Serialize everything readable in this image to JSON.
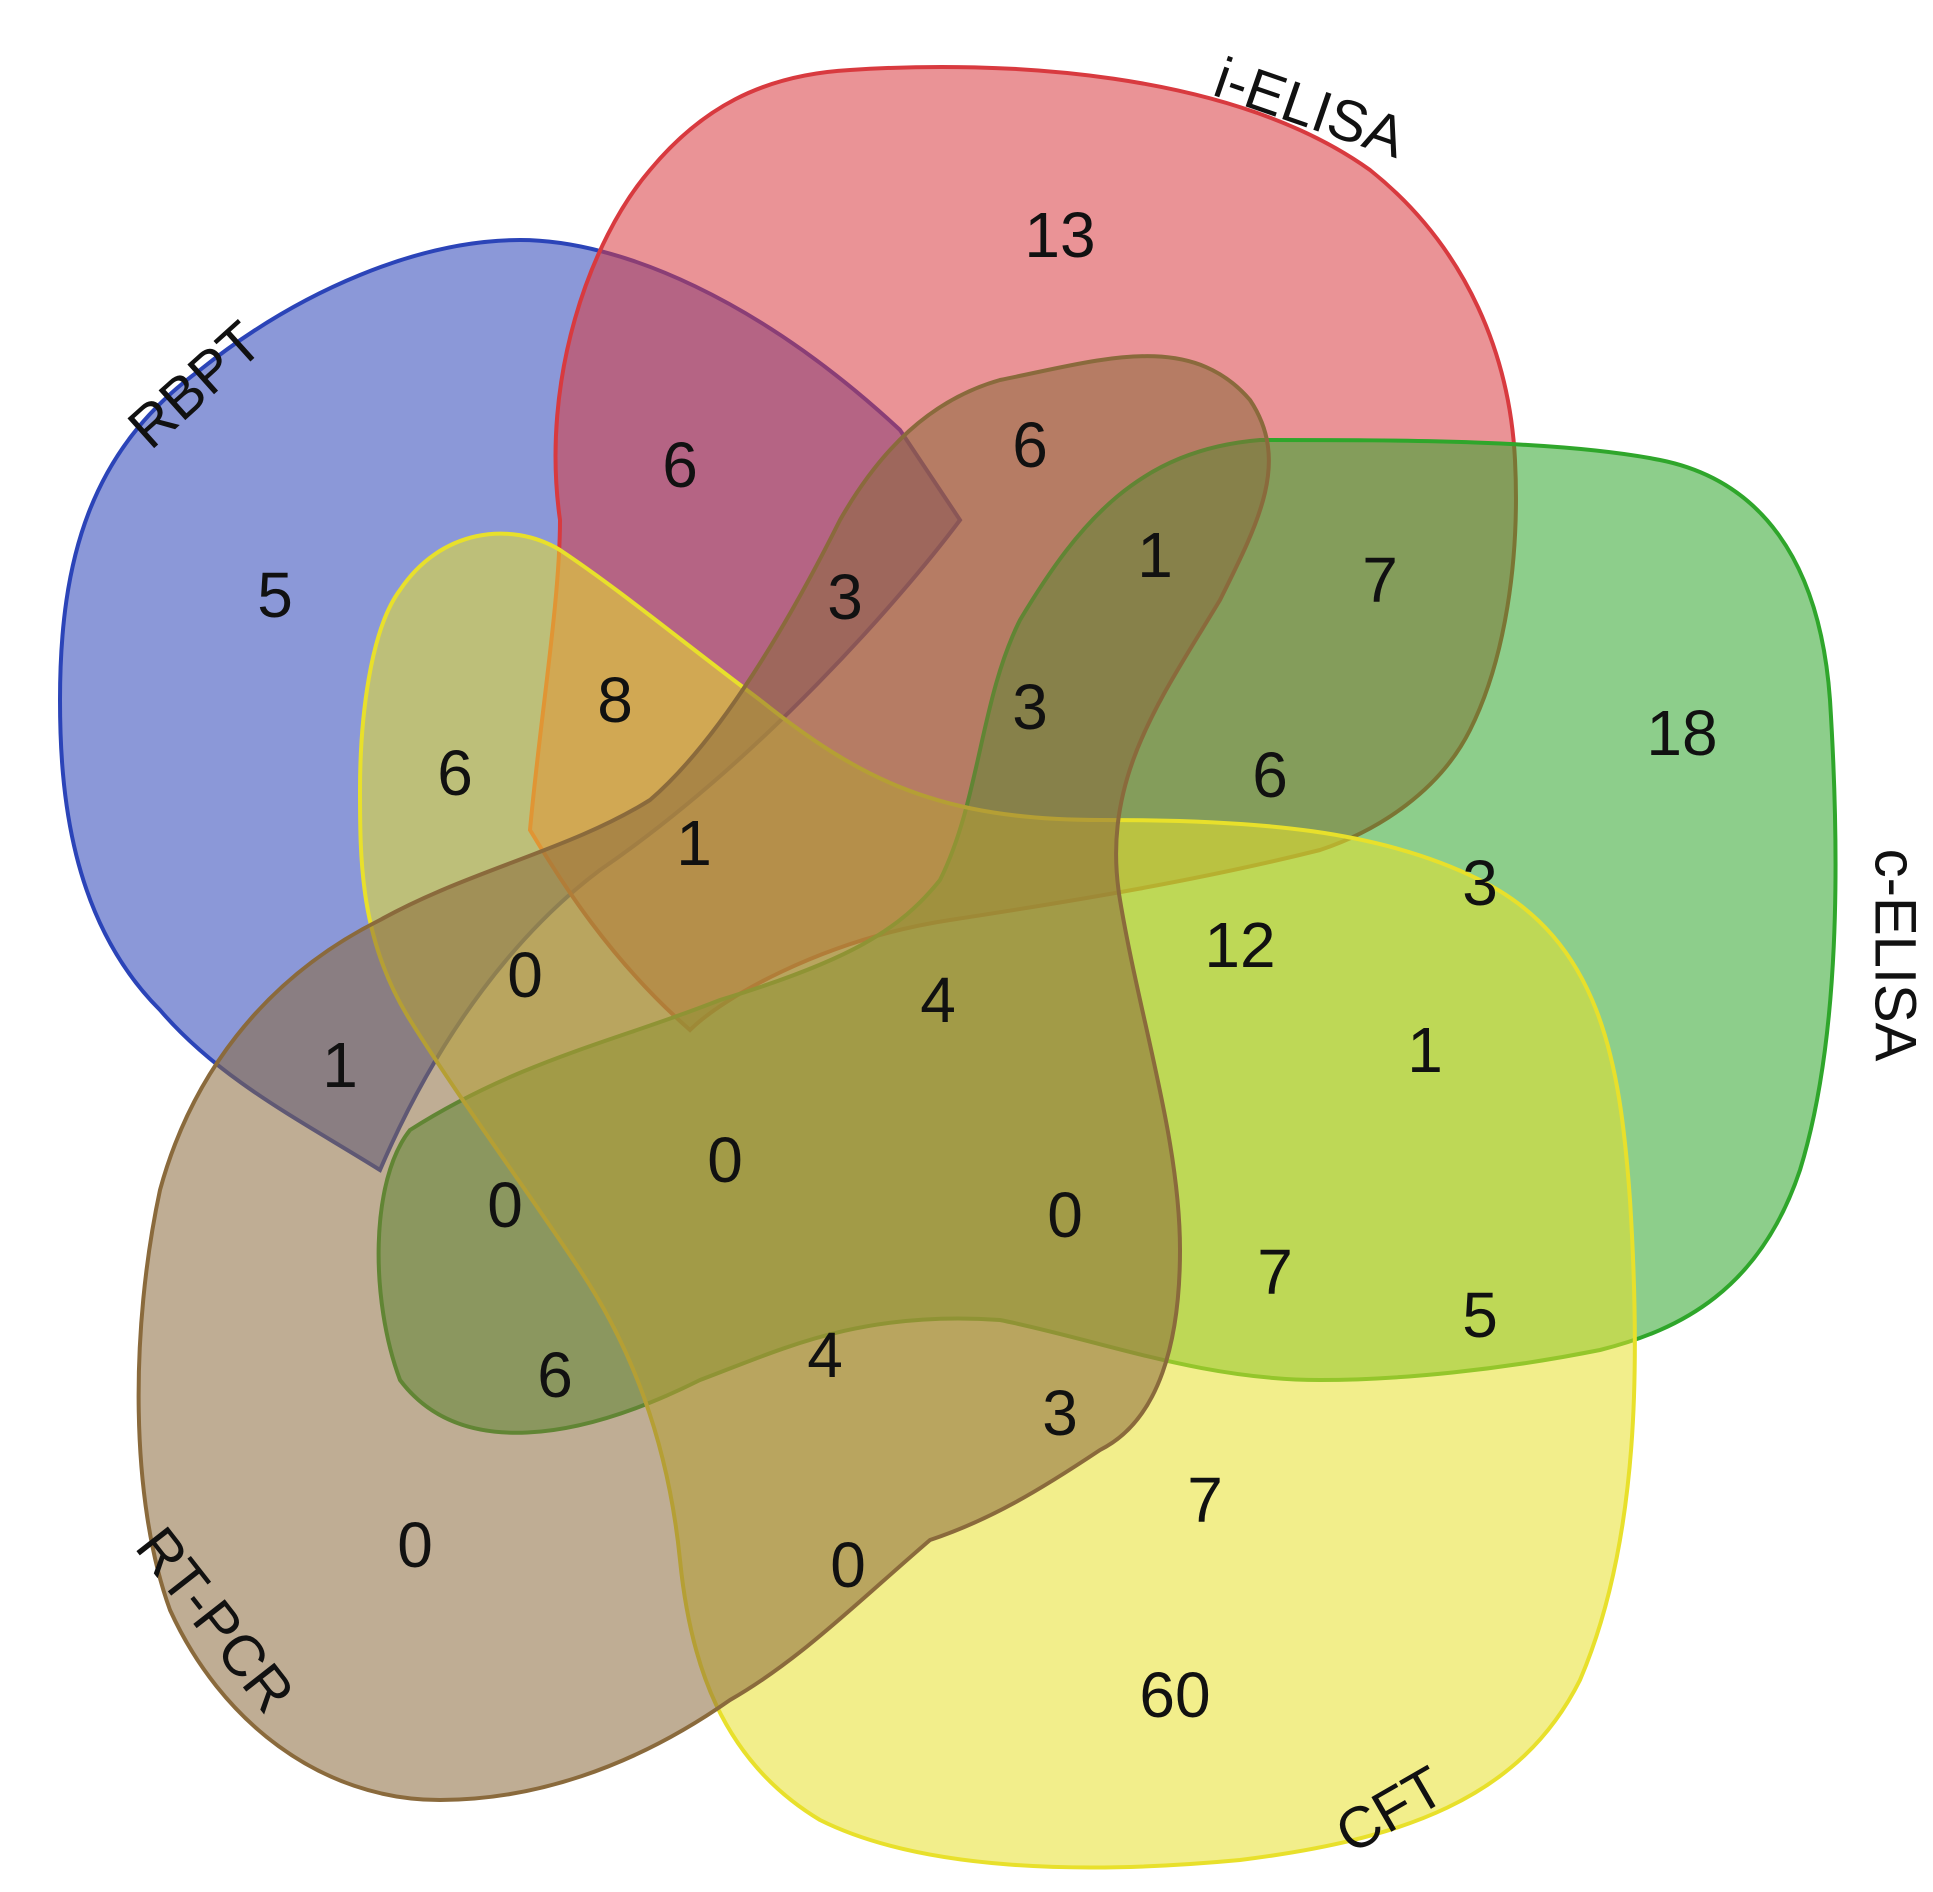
{
  "chart_data": {
    "type": "venn",
    "sets": [
      {
        "key": "rbpt",
        "name": "RBPT",
        "color": "#2b44b8"
      },
      {
        "key": "ielisa",
        "name": "i-ELISA",
        "color": "#d83a3f"
      },
      {
        "key": "celisa",
        "name": "c-ELISA",
        "color": "#2fa62b"
      },
      {
        "key": "cft",
        "name": "CFT",
        "color": "#e8e02b"
      },
      {
        "key": "rtpcr",
        "name": "RT-PCR",
        "color": "#8a6a3c"
      }
    ],
    "regions": [
      {
        "key": "r01",
        "value": "13"
      },
      {
        "key": "r02",
        "value": "6"
      },
      {
        "key": "r03",
        "value": "6"
      },
      {
        "key": "r04",
        "value": "5"
      },
      {
        "key": "r05",
        "value": "1"
      },
      {
        "key": "r06",
        "value": "7"
      },
      {
        "key": "r07",
        "value": "3"
      },
      {
        "key": "r08",
        "value": "8"
      },
      {
        "key": "r09",
        "value": "3"
      },
      {
        "key": "r10",
        "value": "6"
      },
      {
        "key": "r11",
        "value": "18"
      },
      {
        "key": "r12",
        "value": "6"
      },
      {
        "key": "r13",
        "value": "1"
      },
      {
        "key": "r14",
        "value": "3"
      },
      {
        "key": "r15",
        "value": "12"
      },
      {
        "key": "r16",
        "value": "0"
      },
      {
        "key": "r17",
        "value": "4"
      },
      {
        "key": "r18",
        "value": "1"
      },
      {
        "key": "r19",
        "value": "1"
      },
      {
        "key": "r20",
        "value": "0"
      },
      {
        "key": "r21",
        "value": "0"
      },
      {
        "key": "r22",
        "value": "0"
      },
      {
        "key": "r23",
        "value": "7"
      },
      {
        "key": "r24",
        "value": "5"
      },
      {
        "key": "r25",
        "value": "6"
      },
      {
        "key": "r26",
        "value": "4"
      },
      {
        "key": "r27",
        "value": "3"
      },
      {
        "key": "r28",
        "value": "7"
      },
      {
        "key": "r29",
        "value": "0"
      },
      {
        "key": "r30",
        "value": "0"
      },
      {
        "key": "r31",
        "value": "60"
      }
    ]
  }
}
